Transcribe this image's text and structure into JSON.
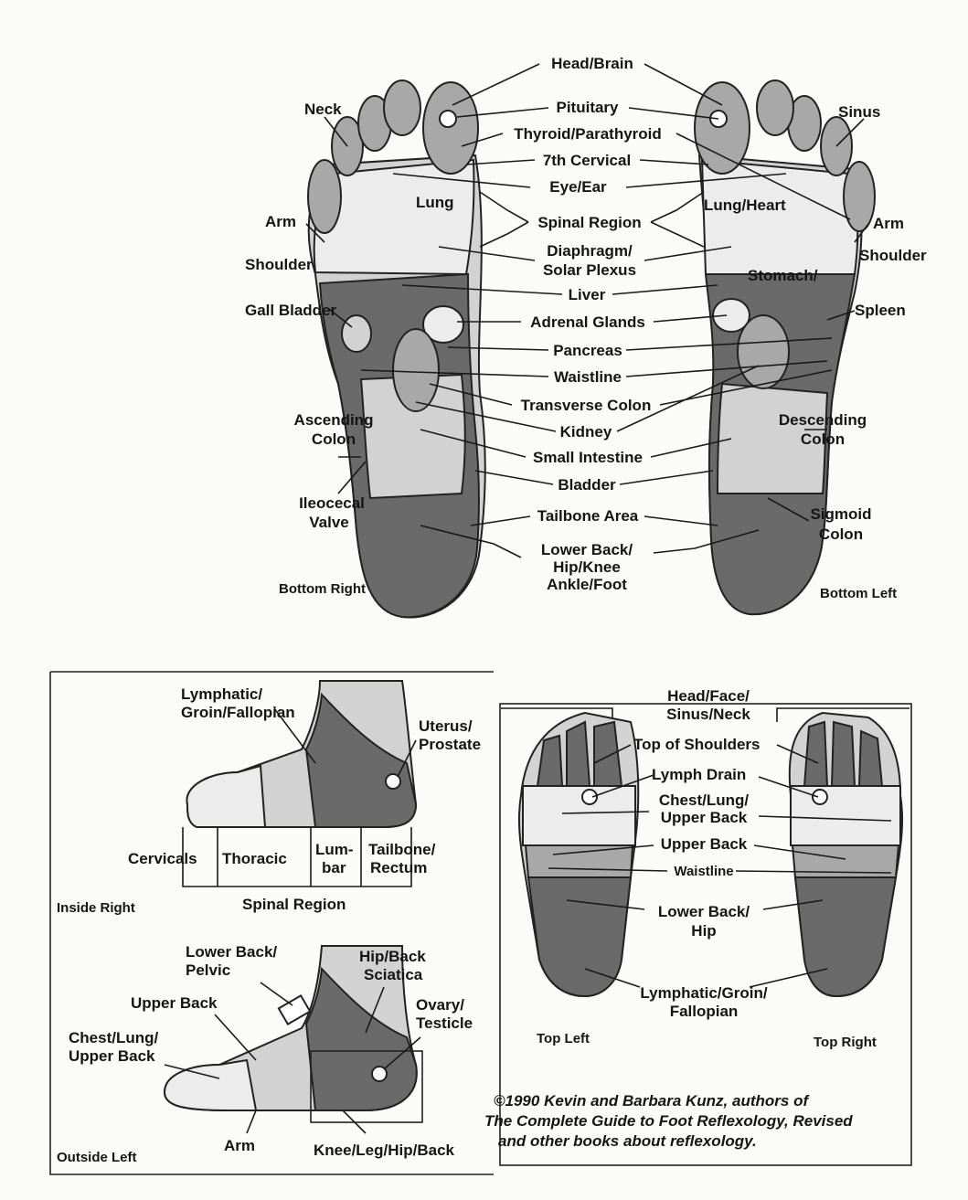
{
  "colors": {
    "paper": "#fbfbfa",
    "ink": "#151515",
    "light_zone": "#d2d2d2",
    "mid_zone": "#a8a8a8",
    "dark_zone": "#6a6a6a"
  },
  "bottom": {
    "center_labels": [
      "Head/Brain",
      "Pituitary",
      "Thyroid/Parathyroid",
      "7th Cervical",
      "Eye/Ear",
      "Spinal Region",
      "Diaphragm/",
      "Solar Plexus",
      "Liver",
      "Adrenal Glands",
      "Pancreas",
      "Waistline",
      "Transverse Colon",
      "Kidney",
      "Small Intestine",
      "Bladder",
      "Tailbone Area",
      "Lower Back/",
      "Hip/Knee",
      "Ankle/Foot"
    ],
    "right_foot_labels": {
      "neck": "Neck",
      "arm": "Arm",
      "shoulder": "Shoulder",
      "gall_bladder": "Gall Bladder",
      "ascending": "Ascending",
      "colon": "Colon",
      "ileocecal": "Ileocecal",
      "valve": "Valve",
      "lung": "Lung"
    },
    "left_foot_labels": {
      "sinus": "Sinus",
      "arm": "Arm",
      "shoulder": "Shoulder",
      "stomach": "Stomach/",
      "spleen": "Spleen",
      "descending": "Descending",
      "colon": "Colon",
      "sigmoid": "Sigmoid",
      "colon2": "Colon",
      "lung_heart": "Lung/Heart"
    },
    "captions": {
      "right": "Bottom Right",
      "left": "Bottom Left"
    }
  },
  "inside": {
    "lymphatic": "Lymphatic/",
    "groin": "Groin/Fallopian",
    "uterus": "Uterus/",
    "prostate": "Prostate",
    "cervicals": "Cervicals",
    "thoracic": "Thoracic",
    "lum": "Lum-",
    "bar": "bar",
    "tailbone": "Tailbone/",
    "rectum": "Rectum",
    "spinal": "Spinal Region",
    "caption": "Inside Right"
  },
  "outside": {
    "lower_back": "Lower Back/",
    "pelvic": "Pelvic",
    "hip_back": "Hip/Back",
    "sciatica": "Sciatica",
    "upper_back": "Upper Back",
    "ovary": "Ovary/",
    "testicle": "Testicle",
    "chest": "Chest/Lung/",
    "upper_back2": "Upper Back",
    "arm": "Arm",
    "knee": "Knee/Leg/Hip/Back",
    "caption": "Outside Left"
  },
  "top": {
    "head": "Head/Face/",
    "sinus_neck": "Sinus/Neck",
    "top_shoulders": "Top of Shoulders",
    "lymph_drain": "Lymph Drain",
    "chest": "Chest/Lung/",
    "upper_back": "Upper Back",
    "upper_back2": "Upper Back",
    "waistline": "Waistline",
    "lower_back": "Lower Back/",
    "hip": "Hip",
    "lymphatic": "Lymphatic/Groin/",
    "fallopian": "Fallopian",
    "caption_left": "Top Left",
    "caption_right": "Top Right"
  },
  "copyright": {
    "line1": "©1990 Kevin and Barbara Kunz, authors of",
    "line2": "The Complete Guide to Foot Reflexology, Revised",
    "line3": "and other books about reflexology."
  }
}
